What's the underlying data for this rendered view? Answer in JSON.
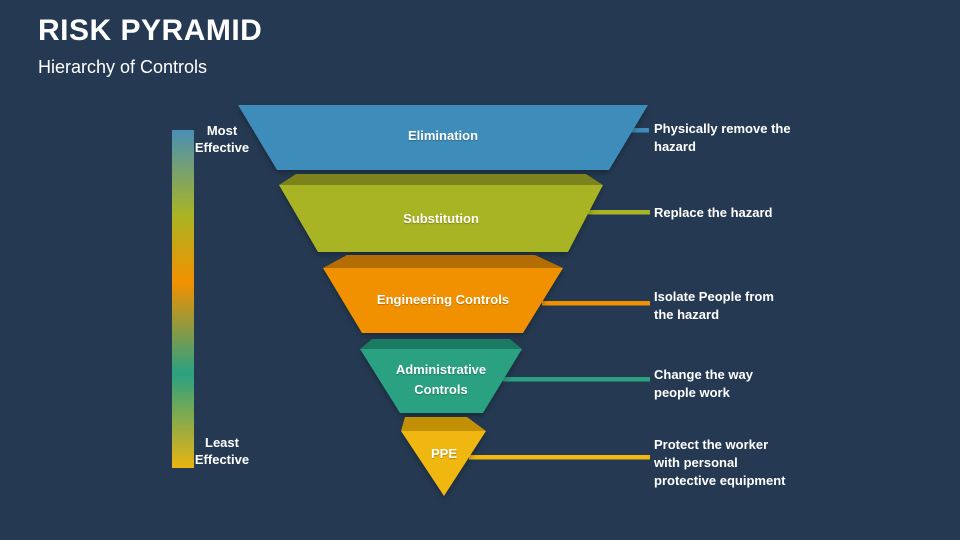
{
  "title": "RISK PYRAMID",
  "subtitle": "Hierarchy of Controls",
  "background_color": "#253A52",
  "effectiveness_scale": {
    "top_label_lines": [
      "Most",
      "Effective"
    ],
    "bottom_label_lines": [
      "Least",
      "Effective"
    ],
    "gradient_stops": [
      "#4A8FB5",
      "#A9B424",
      "#F29100",
      "#2AA181",
      "#E9B411"
    ]
  },
  "levels": [
    {
      "label": "Elimination",
      "label_lines": [
        "Elimination"
      ],
      "description": "Physically remove the hazard",
      "desc_lines": [
        "Physically remove the",
        "hazard"
      ],
      "color": "#3E8CBA",
      "dark": "#2E6E96"
    },
    {
      "label": "Substitution",
      "label_lines": [
        "Substitution"
      ],
      "description": "Replace the hazard",
      "desc_lines": [
        "Replace the hazard"
      ],
      "color": "#A9B424",
      "dark": "#7C831C"
    },
    {
      "label": "Engineering Controls",
      "label_lines": [
        "Engineering Controls"
      ],
      "description": "Isolate People from the hazard",
      "desc_lines": [
        "Isolate People from",
        "the hazard"
      ],
      "color": "#F29100",
      "dark": "#B36D02"
    },
    {
      "label": "Administrative Controls",
      "label_lines": [
        "Administrative",
        "Controls"
      ],
      "description": "Change the way people work",
      "desc_lines": [
        "Change the way",
        "people work"
      ],
      "color": "#2AA181",
      "dark": "#1B7A62"
    },
    {
      "label": "PPE",
      "label_lines": [
        "PPE"
      ],
      "description": "Protect the worker with personal protective equipment",
      "desc_lines": [
        "Protect the worker",
        "with personal",
        "protective equipment"
      ],
      "color": "#F0B710",
      "dark": "#C29006"
    }
  ]
}
